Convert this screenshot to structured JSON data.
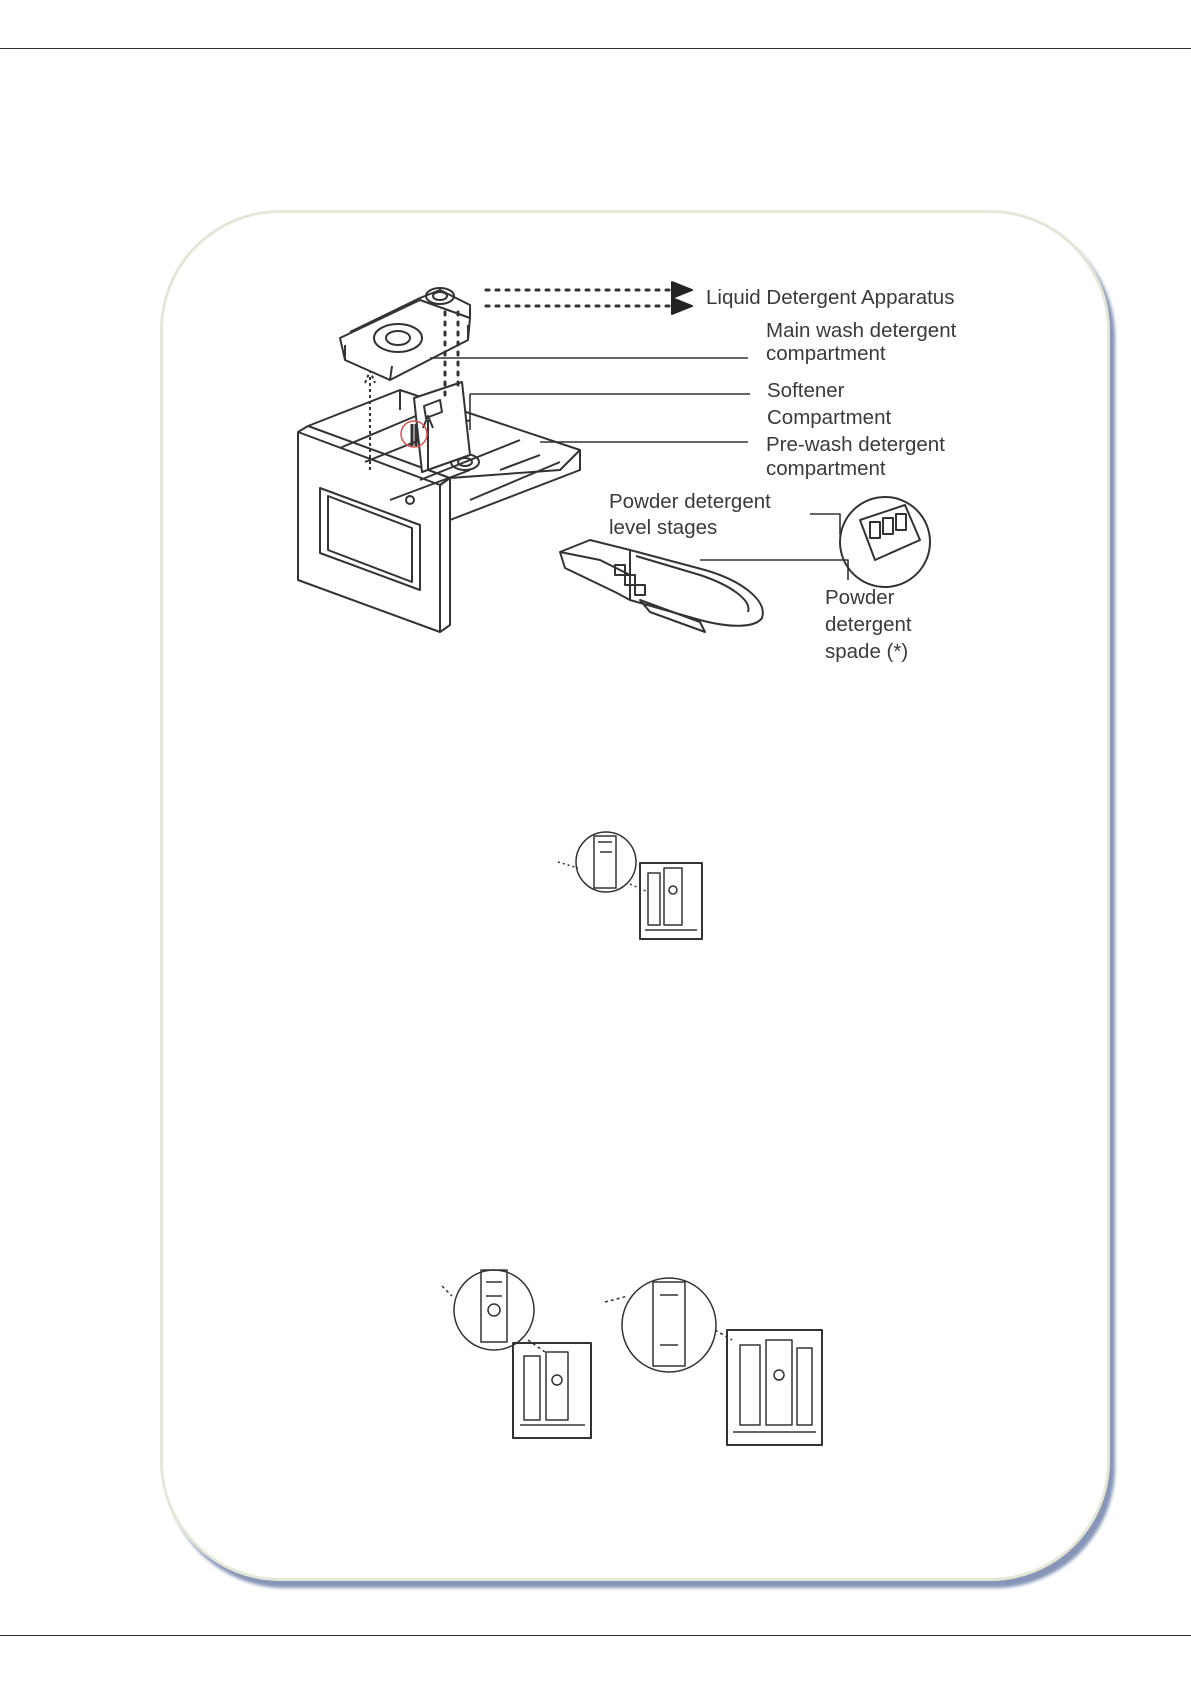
{
  "labels": {
    "liquid_detergent_apparatus": "Liquid Detergent Apparatus",
    "main_wash_line1": "Main wash detergent",
    "main_wash_line2": "compartment",
    "softener_line1": "Softener",
    "softener_line2": "Compartment",
    "prewash_line1": "Pre-wash detergent",
    "prewash_line2": "compartment",
    "powder_level_line1": "Powder detergent",
    "powder_level_line2": "level stages",
    "powder_spade_line1": "Powder",
    "powder_spade_line2": "detergent",
    "powder_spade_line3": "spade (*)"
  },
  "colors": {
    "frame_border": "#e4e7d8",
    "frame_shadow": "#8796b8",
    "line_art": "#333333",
    "label_text": "#3a3a3a",
    "highlight_circle": "#d9534f"
  }
}
